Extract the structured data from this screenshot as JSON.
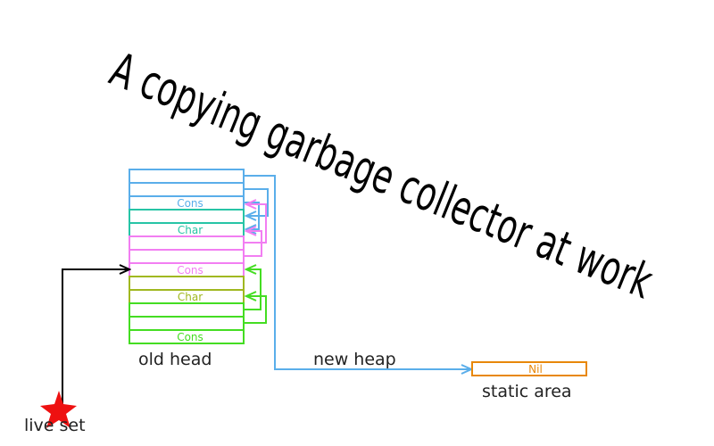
{
  "title": "A copying garbage collector at work",
  "labels": {
    "old_head": "old head",
    "new_heap": "new heap",
    "static_area": "static area",
    "live_set": "live set"
  },
  "cells": {
    "cons_top": "Cons",
    "char_top": "Char",
    "cons_mid": "Cons",
    "char_mid": "Char",
    "cons_bottom": "Cons",
    "nil": "Nil"
  },
  "colors": {
    "blue": "#5aaeea",
    "teal": "#27c4a6",
    "pink": "#f27ef2",
    "olive": "#a0b820",
    "green": "#44dd22",
    "orange": "#e8880a",
    "red": "#ee1111",
    "black": "#000000"
  }
}
